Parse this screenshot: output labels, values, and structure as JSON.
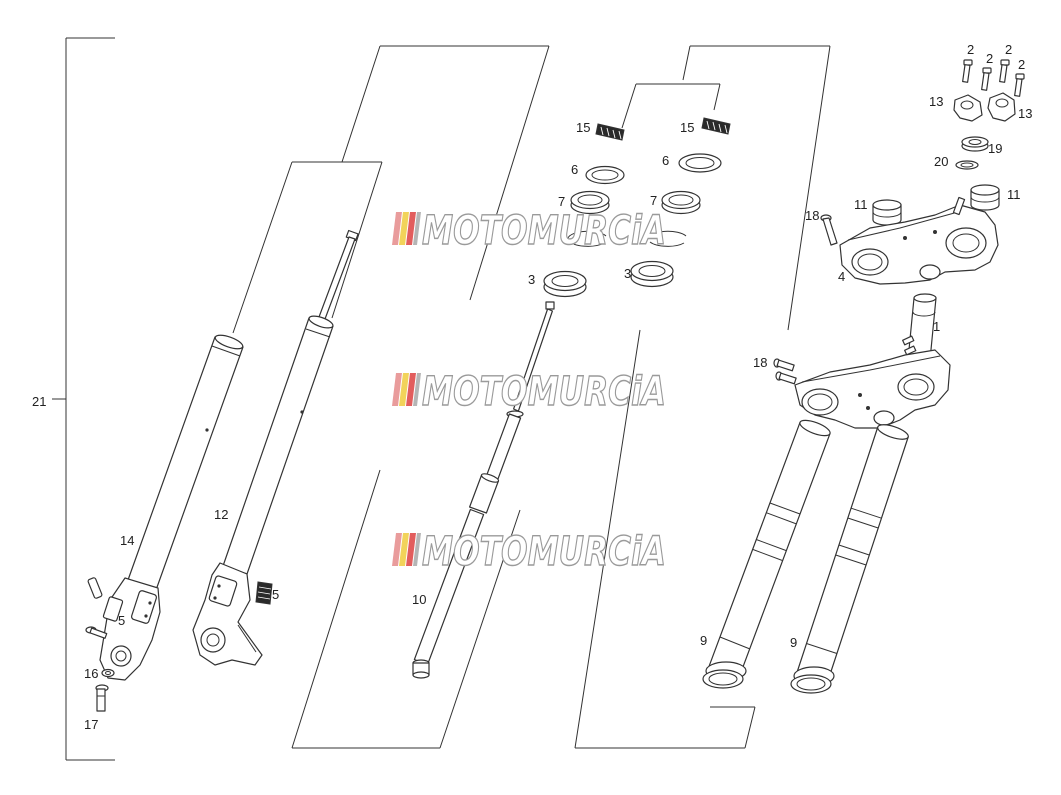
{
  "callouts": [
    "21",
    "14",
    "12",
    "5",
    "5",
    "16",
    "17",
    "10",
    "15",
    "15",
    "6",
    "6",
    "7",
    "7",
    "3",
    "3",
    "2",
    "2",
    "2",
    "2",
    "13",
    "13",
    "19",
    "20",
    "11",
    "11",
    "18",
    "4",
    "1",
    "18",
    "9",
    "9"
  ],
  "watermark": {
    "text": "MOTOMURCiA"
  },
  "colors": {
    "line": "#333333",
    "watermark_stroke": "#9a9a9a",
    "flag": [
      "#e99c9c",
      "#f2d35a",
      "#e25d5d",
      "#b5b5b5"
    ]
  }
}
